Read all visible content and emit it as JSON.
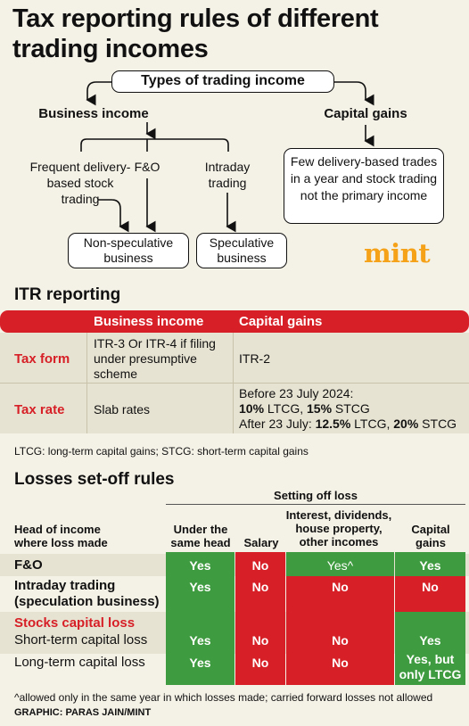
{
  "title": "Tax reporting rules of different trading incomes",
  "flow": {
    "root": "Types of trading income",
    "business_income": "Business income",
    "capital_gains": "Capital gains",
    "frequent": "Frequent delivery-based stock trading",
    "fo": "F&O",
    "intraday": "Intraday trading",
    "non_speculative": "Non-speculative business",
    "speculative": "Speculative business",
    "few_delivery": "Few delivery-based trades in a year and stock trading not the primary income"
  },
  "logo": "mint",
  "itr": {
    "heading": "ITR reporting",
    "col_business": "Business income",
    "col_capital": "Capital gains",
    "tax_form_label": "Tax form",
    "tax_form_business": "ITR-3 Or ITR-4 if filing under presumptive scheme",
    "tax_form_capital": "ITR-2",
    "tax_rate_label": "Tax rate",
    "tax_rate_business": "Slab rates",
    "rate_line1": "Before 23 July 2024:",
    "rate_line2_a": "10%",
    "rate_line2_b": " LTCG, ",
    "rate_line2_c": "15%",
    "rate_line2_d": " STCG",
    "rate_line3_a": "After 23 July: ",
    "rate_line3_b": "12.5%",
    "rate_line3_c": " LTCG, ",
    "rate_line3_d": "20%",
    "rate_line3_e": " STCG"
  },
  "abbrev_note": "LTCG: long-term capital gains; STCG: short-term capital gains",
  "losses": {
    "heading": "Losses set-off rules",
    "setting_off": "Setting off loss",
    "head_of_income": "Head of income where loss made",
    "col_same_head": "Under the same head",
    "col_salary": "Salary",
    "col_interest": "Interest, dividends, house property, other incomes",
    "col_capital": "Capital gains",
    "rows": [
      {
        "name": "F&O",
        "same": "Yes",
        "salary": "No",
        "interest": "Yes^",
        "capital": "Yes"
      },
      {
        "name": "Intraday trading (speculation business)",
        "same": "Yes",
        "salary": "No",
        "interest": "No",
        "capital": "No"
      },
      {
        "name": "Short-term capital loss",
        "same": "Yes",
        "salary": "No",
        "interest": "No",
        "capital": "Yes"
      },
      {
        "name": "Long-term capital loss",
        "same": "Yes",
        "salary": "No",
        "interest": "No",
        "capital": "Yes, but only LTCG"
      }
    ],
    "stocks_label": "Stocks capital loss"
  },
  "footnote": "^allowed only in the same year in which losses made; carried forward losses not allowed",
  "credit": "GRAPHIC: PARAS JAIN/MINT",
  "colors": {
    "red": "#d61f26",
    "green": "#3f9b3f",
    "mint": "#f5a219",
    "band": "#e7e3d2"
  }
}
